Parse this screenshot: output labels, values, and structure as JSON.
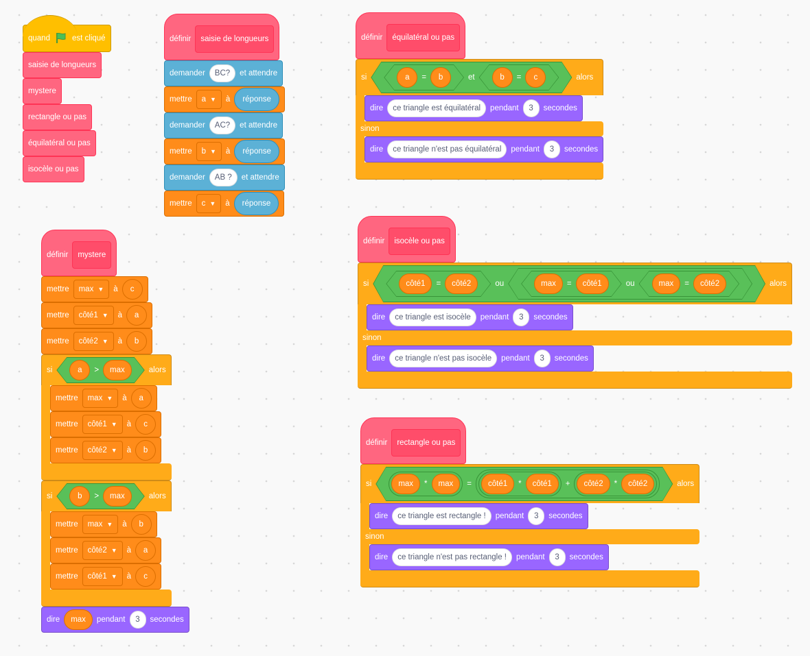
{
  "scripts": [
    {
      "hat": {
        "type": "event",
        "parts": [
          "quand",
          {
            "t": "flag"
          },
          "est cliqué"
        ]
      },
      "blocks": [
        {
          "type": "call",
          "parts": [
            "saisie de longueurs"
          ]
        },
        {
          "type": "call",
          "parts": [
            "mystere"
          ]
        },
        {
          "type": "call",
          "parts": [
            "rectangle ou pas"
          ]
        },
        {
          "type": "call",
          "parts": [
            "équilatéral ou pas"
          ]
        },
        {
          "type": "call",
          "parts": [
            "isocèle ou pas"
          ]
        }
      ]
    },
    {
      "hat": {
        "type": "define",
        "parts": [
          "définir",
          {
            "t": "proto",
            "v": "saisie de longueurs"
          }
        ]
      },
      "blocks": [
        {
          "type": "sensing",
          "parts": [
            "demander",
            {
              "t": "input",
              "v": "BC?"
            },
            "et attendre"
          ]
        },
        {
          "type": "data",
          "parts": [
            "mettre",
            {
              "t": "dropdown",
              "v": "a"
            },
            "à",
            {
              "t": "rep",
              "v": "réponse"
            }
          ]
        },
        {
          "type": "sensing",
          "parts": [
            "demander",
            {
              "t": "input",
              "v": "AC?"
            },
            "et attendre"
          ]
        },
        {
          "type": "data",
          "parts": [
            "mettre",
            {
              "t": "dropdown",
              "v": "b"
            },
            "à",
            {
              "t": "rep",
              "v": "réponse"
            }
          ]
        },
        {
          "type": "sensing",
          "parts": [
            "demander",
            {
              "t": "input",
              "v": "AB ?"
            },
            "et attendre"
          ]
        },
        {
          "type": "data",
          "parts": [
            "mettre",
            {
              "t": "dropdown",
              "v": "c"
            },
            "à",
            {
              "t": "rep",
              "v": "réponse"
            }
          ]
        }
      ]
    },
    {
      "hat": {
        "type": "define",
        "parts": [
          "définir",
          {
            "t": "proto",
            "v": "équilatéral ou pas"
          }
        ]
      },
      "blocks": [
        {
          "type": "ifelse",
          "parts": [
            "si",
            {
              "t": "bool",
              "parts": [
                {
                  "t": "bool",
                  "parts": [
                    {
                      "t": "var",
                      "v": "a"
                    },
                    "=",
                    {
                      "t": "var",
                      "v": "b"
                    }
                  ]
                },
                "et",
                {
                  "t": "bool",
                  "parts": [
                    {
                      "t": "var",
                      "v": "b"
                    },
                    "=",
                    {
                      "t": "var",
                      "v": "c"
                    }
                  ]
                }
              ]
            },
            "alors"
          ],
          "sub": [
            {
              "type": "looks",
              "parts": [
                "dire",
                {
                  "t": "input",
                  "v": "ce triangle est équilatéral"
                },
                "pendant",
                {
                  "t": "input",
                  "v": "3"
                },
                "secondes"
              ]
            }
          ],
          "else_label": "sinon",
          "else": [
            {
              "type": "looks",
              "parts": [
                "dire",
                {
                  "t": "input",
                  "v": "ce triangle n'est pas équilatéral"
                },
                "pendant",
                {
                  "t": "input",
                  "v": "3"
                },
                "secondes"
              ]
            }
          ]
        }
      ]
    },
    {
      "hat": {
        "type": "define",
        "parts": [
          "définir",
          {
            "t": "proto",
            "v": "isocèle ou pas"
          }
        ]
      },
      "blocks": [
        {
          "type": "ifelse",
          "parts": [
            "si",
            {
              "t": "bool",
              "parts": [
                {
                  "t": "bool",
                  "parts": [
                    {
                      "t": "var",
                      "v": "côté1"
                    },
                    "=",
                    {
                      "t": "var",
                      "v": "côté2"
                    }
                  ]
                },
                "ou",
                {
                  "t": "bool",
                  "parts": [
                    {
                      "t": "bool",
                      "parts": [
                        {
                          "t": "var",
                          "v": "max"
                        },
                        "=",
                        {
                          "t": "var",
                          "v": "côté1"
                        }
                      ]
                    },
                    "ou",
                    {
                      "t": "bool",
                      "parts": [
                        {
                          "t": "var",
                          "v": "max"
                        },
                        "=",
                        {
                          "t": "var",
                          "v": "côté2"
                        }
                      ]
                    }
                  ]
                }
              ]
            },
            "alors"
          ],
          "sub": [
            {
              "type": "looks",
              "parts": [
                "dire",
                {
                  "t": "input",
                  "v": "ce triangle est isocèle"
                },
                "pendant",
                {
                  "t": "input",
                  "v": "3"
                },
                "secondes"
              ]
            }
          ],
          "else_label": "sinon",
          "else": [
            {
              "type": "looks",
              "parts": [
                "dire",
                {
                  "t": "input",
                  "v": "ce triangle n'est pas isocèle"
                },
                "pendant",
                {
                  "t": "input",
                  "v": "3"
                },
                "secondes"
              ]
            }
          ]
        }
      ]
    },
    {
      "hat": {
        "type": "define",
        "parts": [
          "définir",
          {
            "t": "proto",
            "v": "rectangle ou pas"
          }
        ]
      },
      "blocks": [
        {
          "type": "ifelse",
          "parts": [
            "si",
            {
              "t": "bool",
              "parts": [
                {
                  "t": "op",
                  "parts": [
                    {
                      "t": "var",
                      "v": "max"
                    },
                    "*",
                    {
                      "t": "var",
                      "v": "max"
                    }
                  ]
                },
                "=",
                {
                  "t": "op",
                  "parts": [
                    {
                      "t": "op",
                      "parts": [
                        {
                          "t": "var",
                          "v": "côté1"
                        },
                        "*",
                        {
                          "t": "var",
                          "v": "côté1"
                        }
                      ]
                    },
                    "+",
                    {
                      "t": "op",
                      "parts": [
                        {
                          "t": "var",
                          "v": "côté2"
                        },
                        "*",
                        {
                          "t": "var",
                          "v": "côté2"
                        }
                      ]
                    }
                  ]
                }
              ]
            },
            "alors"
          ],
          "sub": [
            {
              "type": "looks",
              "parts": [
                "dire",
                {
                  "t": "input",
                  "v": "ce triangle est rectangle !"
                },
                "pendant",
                {
                  "t": "input",
                  "v": "3"
                },
                "secondes"
              ]
            }
          ],
          "else_label": "sinon",
          "else": [
            {
              "type": "looks",
              "parts": [
                "dire",
                {
                  "t": "input",
                  "v": "ce triangle n'est pas rectangle !"
                },
                "pendant",
                {
                  "t": "input",
                  "v": "3"
                },
                "secondes"
              ]
            }
          ]
        }
      ]
    },
    {
      "hat": {
        "type": "define",
        "parts": [
          "définir",
          {
            "t": "proto",
            "v": "mystere"
          }
        ]
      },
      "blocks": [
        {
          "type": "data",
          "parts": [
            "mettre",
            {
              "t": "dropdown",
              "v": "max"
            },
            "à",
            {
              "t": "var",
              "v": "c"
            }
          ]
        },
        {
          "type": "data",
          "parts": [
            "mettre",
            {
              "t": "dropdown",
              "v": "côté1"
            },
            "à",
            {
              "t": "var",
              "v": "a"
            }
          ]
        },
        {
          "type": "data",
          "parts": [
            "mettre",
            {
              "t": "dropdown",
              "v": "côté2"
            },
            "à",
            {
              "t": "var",
              "v": "b"
            }
          ]
        },
        {
          "type": "if",
          "parts": [
            "si",
            {
              "t": "bool",
              "parts": [
                {
                  "t": "var",
                  "v": "a"
                },
                ">",
                {
                  "t": "var",
                  "v": "max"
                }
              ]
            },
            "alors"
          ],
          "sub": [
            {
              "type": "data",
              "parts": [
                "mettre",
                {
                  "t": "dropdown",
                  "v": "max"
                },
                "à",
                {
                  "t": "var",
                  "v": "a"
                }
              ]
            },
            {
              "type": "data",
              "parts": [
                "mettre",
                {
                  "t": "dropdown",
                  "v": "côté1"
                },
                "à",
                {
                  "t": "var",
                  "v": "c"
                }
              ]
            },
            {
              "type": "data",
              "parts": [
                "mettre",
                {
                  "t": "dropdown",
                  "v": "côté2"
                },
                "à",
                {
                  "t": "var",
                  "v": "b"
                }
              ]
            }
          ]
        },
        {
          "type": "if",
          "parts": [
            "si",
            {
              "t": "bool",
              "parts": [
                {
                  "t": "var",
                  "v": "b"
                },
                ">",
                {
                  "t": "var",
                  "v": "max"
                }
              ]
            },
            "alors"
          ],
          "sub": [
            {
              "type": "data",
              "parts": [
                "mettre",
                {
                  "t": "dropdown",
                  "v": "max"
                },
                "à",
                {
                  "t": "var",
                  "v": "b"
                }
              ]
            },
            {
              "type": "data",
              "parts": [
                "mettre",
                {
                  "t": "dropdown",
                  "v": "côté2"
                },
                "à",
                {
                  "t": "var",
                  "v": "a"
                }
              ]
            },
            {
              "type": "data",
              "parts": [
                "mettre",
                {
                  "t": "dropdown",
                  "v": "côté1"
                },
                "à",
                {
                  "t": "var",
                  "v": "c"
                }
              ]
            }
          ]
        },
        {
          "type": "looks",
          "parts": [
            "dire",
            {
              "t": "var",
              "v": "max"
            },
            "pendant",
            {
              "t": "input",
              "v": "3"
            },
            "secondes"
          ]
        }
      ]
    }
  ]
}
